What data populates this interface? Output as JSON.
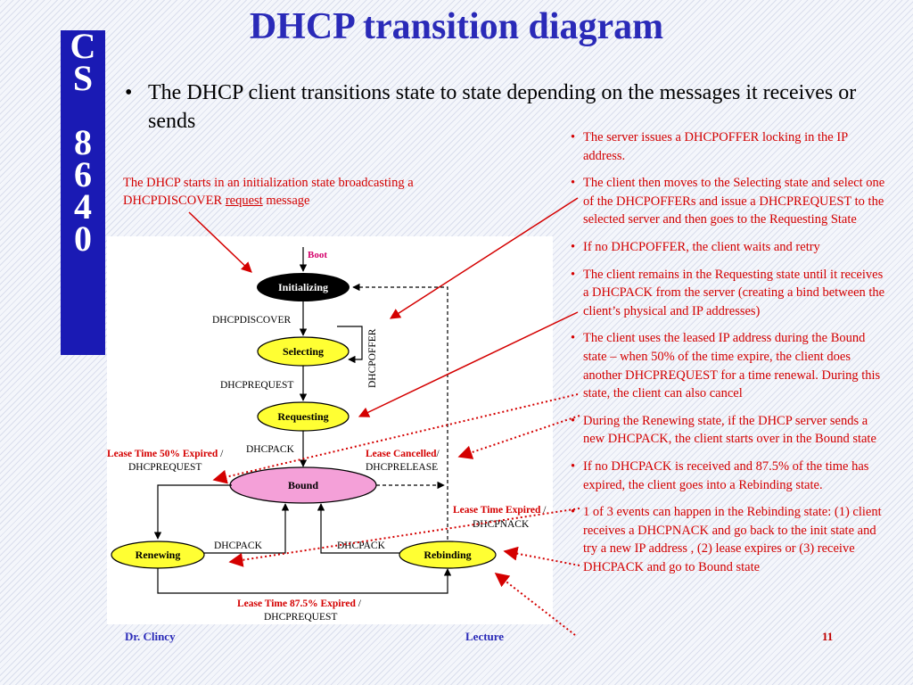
{
  "slide": {
    "title": "DHCP transition diagram",
    "side_tag": [
      "C",
      "S",
      "8",
      "6",
      "4",
      "0"
    ],
    "main_bullet": "The DHCP client transitions state to state depending on the messages it receives or sends",
    "init_note": {
      "text_before": "The DHCP starts in an initialization state broadcasting a DHCPDISCOVER ",
      "link": "request",
      "text_after": " message"
    },
    "right_notes": [
      "The server issues a DHCPOFFER locking in the IP address.",
      "The client then moves to the Selecting state and select one of the DHCPOFFERs and issue a DHCPREQUEST to the selected server and then goes to the Requesting State",
      "If no DHCPOFFER, the client waits and retry",
      "The client remains in the Requesting state until it receives a DHCPACK from the server (creating a bind between the client’s physical and IP addresses)",
      "The client uses the leased IP address during the Bound state – when 50% of the time expire, the client does another DHCPREQUEST for a time renewal. During this state, the client can also cancel",
      "During the Renewing state, if the DHCP server sends a new DHCPACK, the client starts over in the Bound state",
      "If no DHCPACK is received and 87.5% of the time has expired, the client goes into a Rebinding state.",
      "1 of 3 events can happen in the Rebinding state: (1) client receives a DHCPNACK and go back to the init state and try a new IP address , (2) lease expires or (3) receive DHCPACK and go to Bound state"
    ],
    "footer": {
      "author": "Dr. Clincy",
      "label": "Lecture",
      "page": "11"
    }
  },
  "diagram": {
    "states": {
      "initializing": "Initializing",
      "selecting": "Selecting",
      "requesting": "Requesting",
      "bound": "Bound",
      "renewing": "Renewing",
      "rebinding": "Rebinding"
    },
    "labels": {
      "boot": "Boot",
      "dhcpdiscover": "DHCPDISCOVER",
      "dhcpoffer": "DHCPOFFER",
      "dhcprequest": "DHCPREQUEST",
      "dhcpack_req": "DHCPACK",
      "lease50_red": "Lease Time 50% Expired",
      "lease50_sep": " /",
      "lease50_msg": "DHCPREQUEST",
      "cancel_red": "Lease Cancelled",
      "cancel_sep": "/",
      "cancel_msg": "DHCPRELEASE",
      "expired_red": "Lease Time Expired",
      "expired_sep": " /",
      "expired_msg": "DHCPNACK",
      "dhcpack_renew": "DHCPACK",
      "dhcpack_rebind": "DHCPACK",
      "lease875_red": "Lease Time 87.5% Expired",
      "lease875_sep": " /",
      "lease875_msg": "DHCPREQUEST"
    },
    "colors": {
      "initializing_fill": "#000000",
      "state_fill": "#ffff33",
      "bound_fill": "#f4a0d8",
      "red": "#d40000",
      "blue": "#2a2ab8",
      "side_tag": "#1a1ab4"
    }
  }
}
